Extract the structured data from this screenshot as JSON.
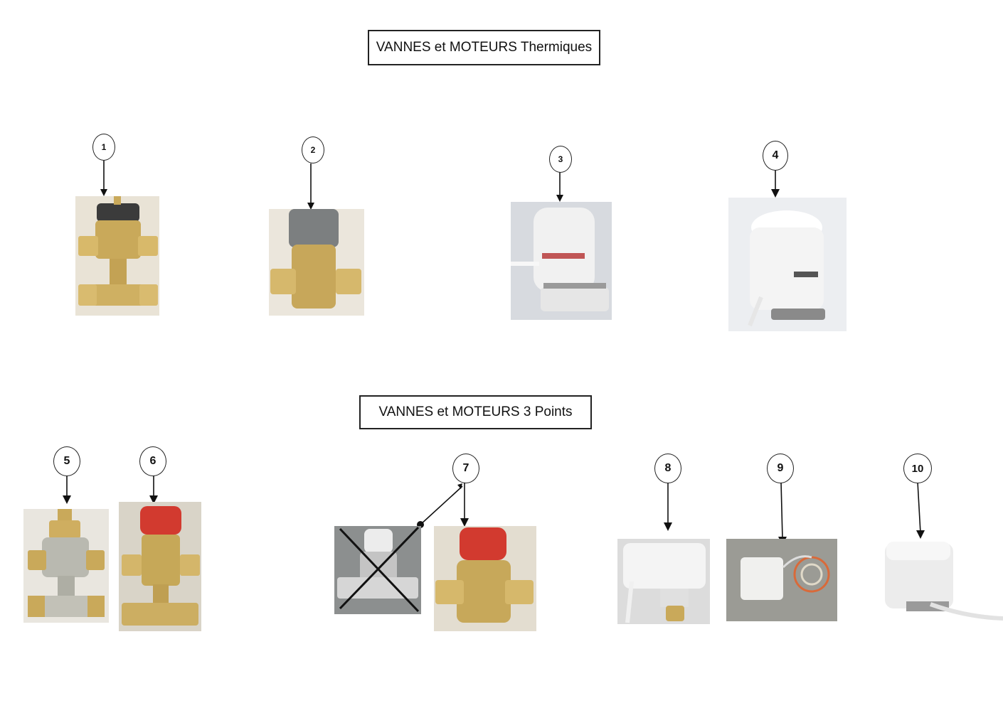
{
  "section1": {
    "title": "VANNES et MOTEURS Thermiques"
  },
  "section2": {
    "title": "VANNES et MOTEURS 3 Points"
  },
  "callouts": {
    "c1": "1",
    "c2": "2",
    "c3": "3",
    "c4": "4",
    "c5": "5",
    "c6": "6",
    "c7": "7",
    "c8": "8",
    "c9": "9",
    "c10": "10"
  },
  "items": [
    {
      "number": "1",
      "icon": "brass-valve-photo"
    },
    {
      "number": "2",
      "icon": "brass-valve-photo"
    },
    {
      "number": "3",
      "icon": "thermal-actuator-photo"
    },
    {
      "number": "4",
      "icon": "thermal-actuator-photo"
    },
    {
      "number": "5",
      "icon": "nickel-valve-photo"
    },
    {
      "number": "6",
      "icon": "brass-valve-red-cap-photo"
    },
    {
      "number": "7",
      "icon": "brass-valve-red-cap-photo"
    },
    {
      "number": "8",
      "icon": "three-point-actuator-photo"
    },
    {
      "number": "9",
      "icon": "three-point-actuator-photo"
    },
    {
      "number": "10",
      "icon": "three-point-actuator-photo"
    }
  ],
  "colors": {
    "brass": "#c9a95a",
    "red_cap": "#d23a2f",
    "actuator_white": "#eeeeee",
    "border": "#222222"
  }
}
